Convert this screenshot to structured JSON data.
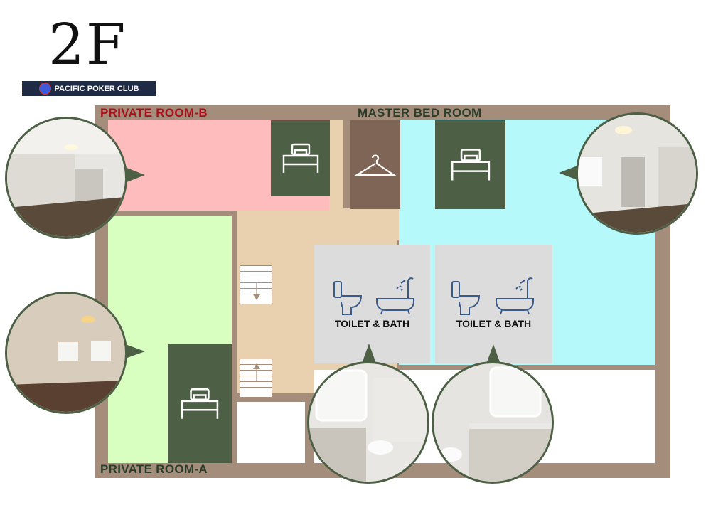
{
  "floor": "2F",
  "logo": {
    "text": "PACIFIC POKER CLUB"
  },
  "rooms": {
    "private_b": {
      "label": "PRIVATE ROOM-B",
      "color": "#ffbcbc"
    },
    "master": {
      "label": "MASTER BED ROOM",
      "color": "#b5f9fb"
    },
    "private_a": {
      "label": "PRIVATE ROOM-A",
      "color": "#d8ffc0"
    },
    "hall_color": "#e9d1b0",
    "bath_1": {
      "label": "TOILET & BATH"
    },
    "bath_2": {
      "label": "TOILET & BATH"
    }
  },
  "colors": {
    "wall": "#a58d7c",
    "tile_green": "#4d6046",
    "tile_brown": "#7f6556",
    "bath": "#dcdcdc"
  },
  "icons": [
    "bed-icon",
    "hanger-icon",
    "toilet-icon",
    "bathtub-icon",
    "stairs-down-arrow-icon",
    "stairs-up-arrow-icon"
  ]
}
